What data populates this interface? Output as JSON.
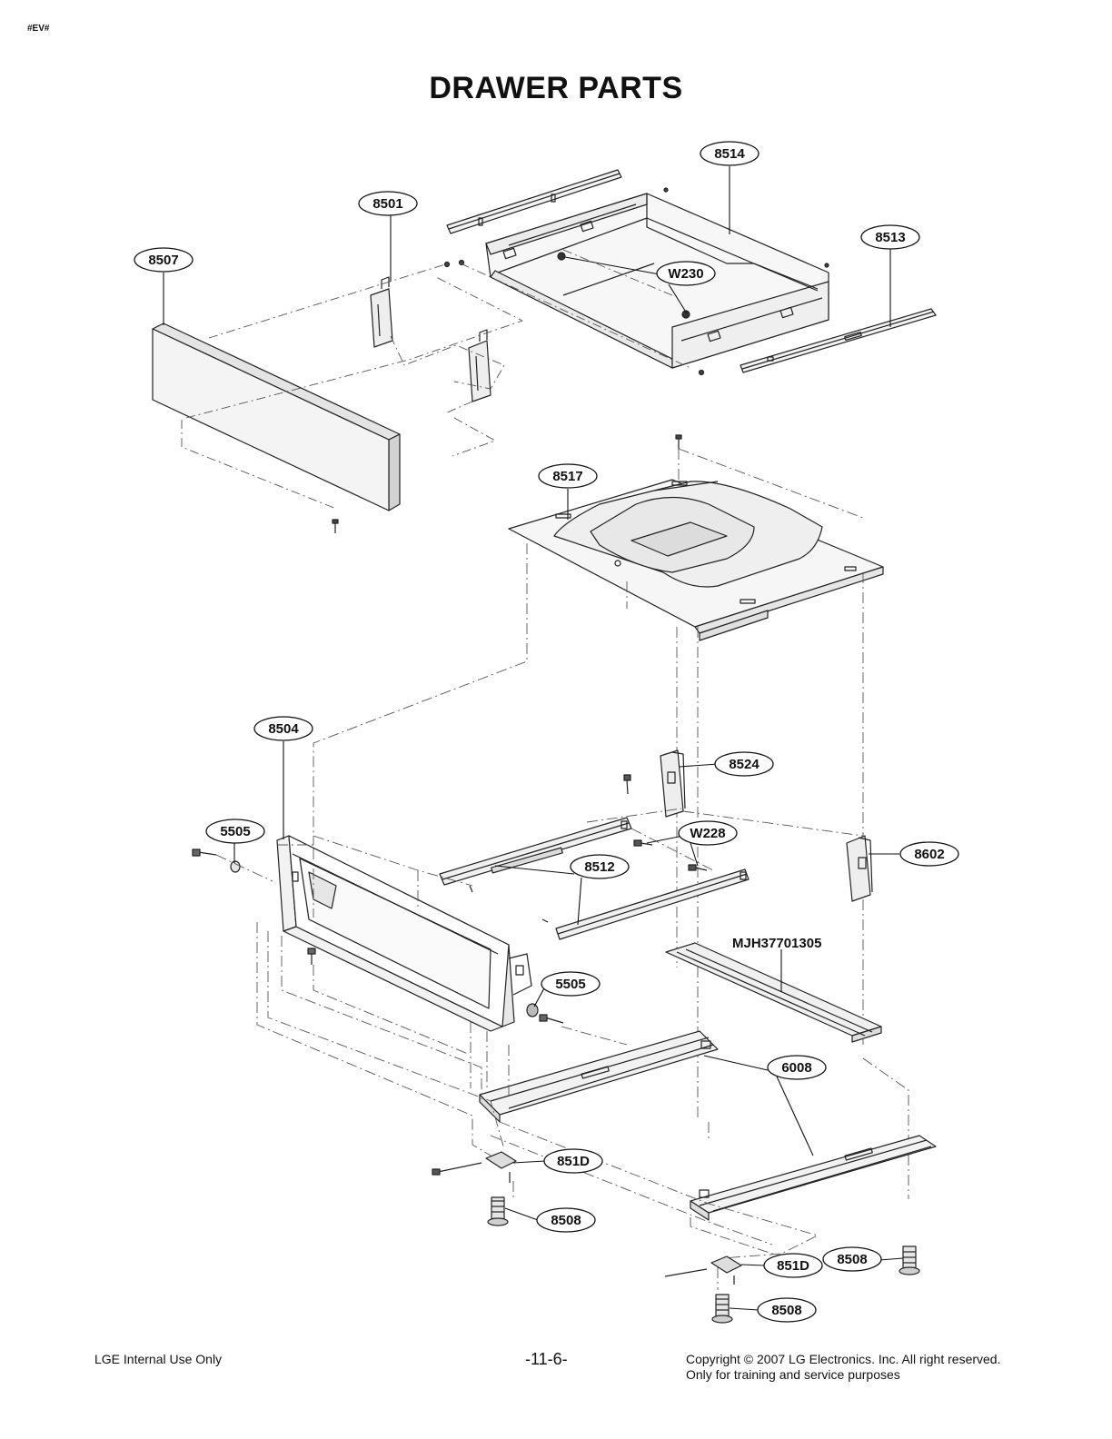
{
  "page": {
    "corner_tag": "#EV#",
    "title": "DRAWER PARTS"
  },
  "callouts": [
    {
      "id": "c8514",
      "label": "8514"
    },
    {
      "id": "c8501",
      "label": "8501"
    },
    {
      "id": "c8513",
      "label": "8513"
    },
    {
      "id": "c8507",
      "label": "8507"
    },
    {
      "id": "cW230",
      "label": "W230"
    },
    {
      "id": "c8517",
      "label": "8517"
    },
    {
      "id": "c8504",
      "label": "8504"
    },
    {
      "id": "c8524",
      "label": "8524"
    },
    {
      "id": "c5505a",
      "label": "5505"
    },
    {
      "id": "cW228",
      "label": "W228"
    },
    {
      "id": "c8602",
      "label": "8602"
    },
    {
      "id": "c8512",
      "label": "8512"
    },
    {
      "id": "c5505b",
      "label": "5505"
    },
    {
      "id": "c6008",
      "label": "6008"
    },
    {
      "id": "c851Da",
      "label": "851D"
    },
    {
      "id": "c8508a",
      "label": "8508"
    },
    {
      "id": "c851Db",
      "label": "851D"
    },
    {
      "id": "c8508b",
      "label": "8508"
    },
    {
      "id": "c8508c",
      "label": "8508"
    }
  ],
  "plain_labels": {
    "part_number": "MJH37701305"
  },
  "footer": {
    "left": "LGE Internal Use Only",
    "center": "-11-6-",
    "right_line1": "Copyright © 2007 LG Electronics. Inc. All right reserved.",
    "right_line2": "Only for training and service purposes"
  }
}
